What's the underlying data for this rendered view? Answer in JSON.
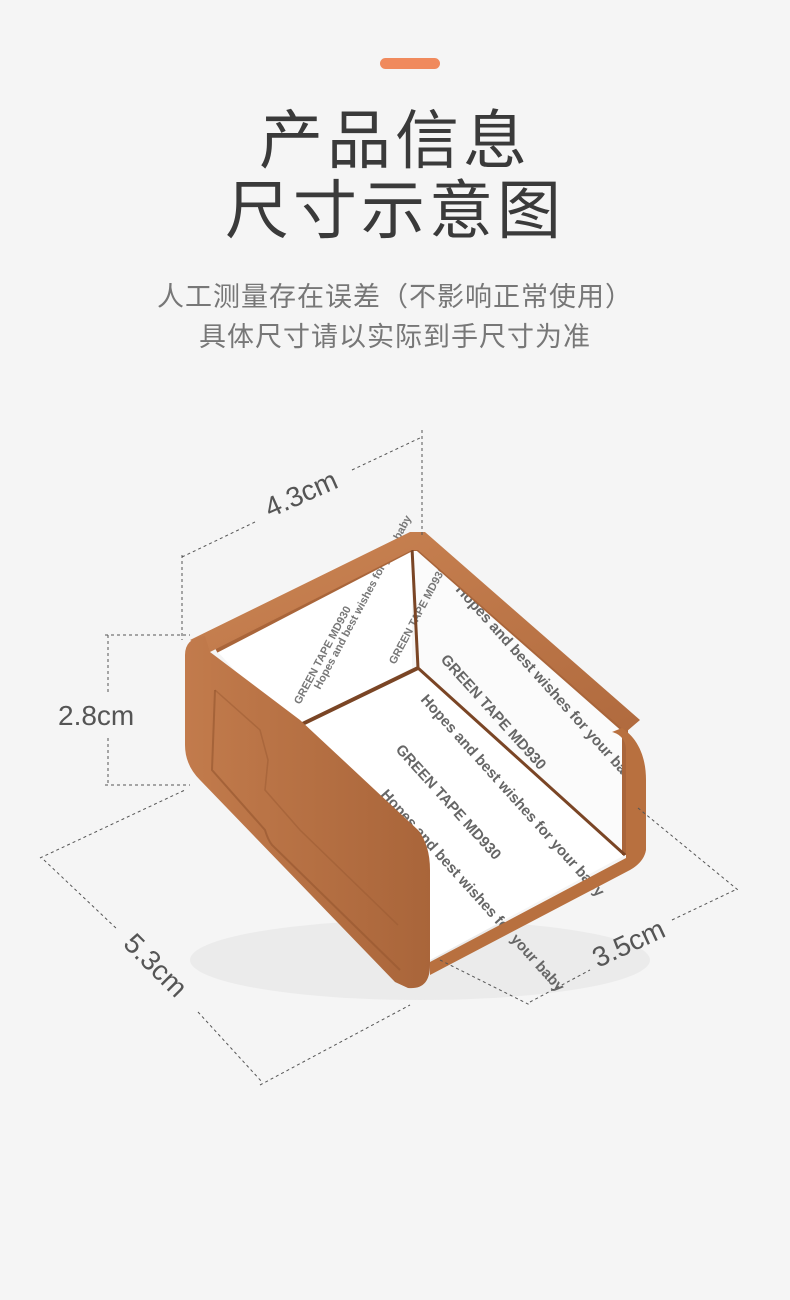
{
  "header": {
    "title_line1": "产品信息",
    "title_line2": "尺寸示意图",
    "note_line1": "人工测量存在误差（不影响正常使用）",
    "note_line2": "具体尺寸请以实际到手尺寸为准"
  },
  "dimensions": {
    "top_width": "4.3cm",
    "height": "2.8cm",
    "length": "5.3cm",
    "depth": "3.5cm"
  },
  "product": {
    "frame_color": "#c07a4c",
    "tape_text_1": "Hopes and best wishes for your baby",
    "tape_text_2": "GREEN TAPE MD930"
  },
  "colors": {
    "accent": "#f08a5d",
    "background": "#f5f5f5"
  }
}
